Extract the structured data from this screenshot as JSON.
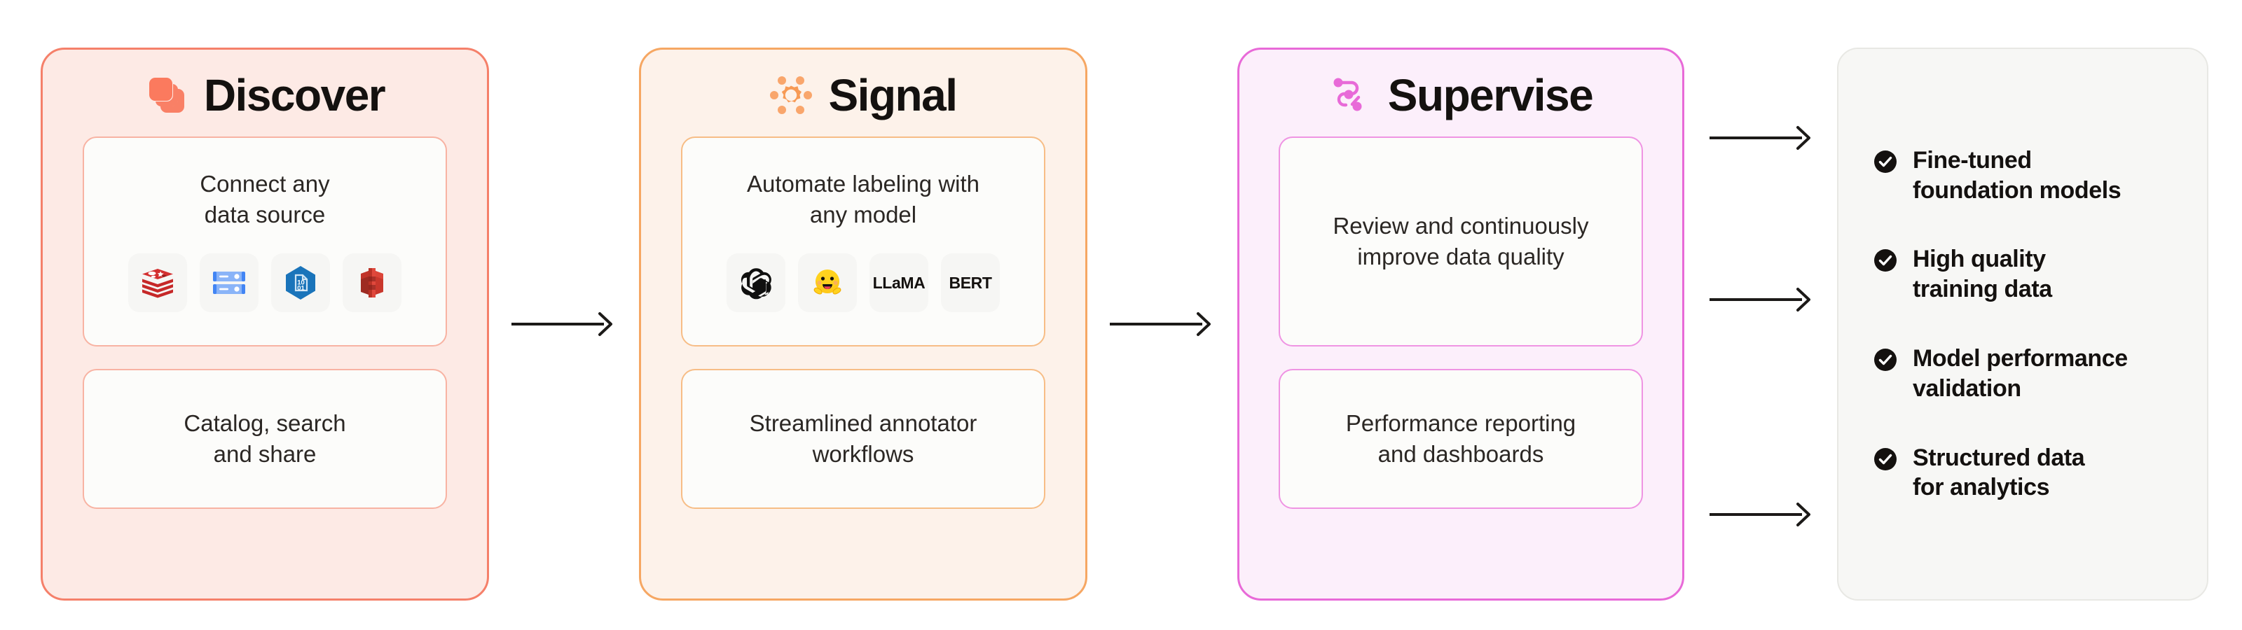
{
  "stages": [
    {
      "id": "discover",
      "title": "Discover",
      "icon": "stacked-squares-icon",
      "accent": "#f5806a",
      "background": "#fdeae5",
      "cards": [
        {
          "text_lines": [
            "Connect any",
            "data source"
          ],
          "has_logos": true
        },
        {
          "text_lines": [
            "Catalog, search",
            "and share"
          ],
          "has_logos": false
        }
      ],
      "logos": [
        {
          "name": "redis-icon",
          "label": ""
        },
        {
          "name": "cloud-sql-database-icon",
          "label": ""
        },
        {
          "name": "azure-blob-storage-icon",
          "label": ""
        },
        {
          "name": "aws-redshift-icon",
          "label": ""
        }
      ]
    },
    {
      "id": "signal",
      "title": "Signal",
      "icon": "gear-dots-icon",
      "accent": "#f6a763",
      "background": "#fdf2ea",
      "cards": [
        {
          "text_lines": [
            "Automate labeling with",
            "any model"
          ],
          "has_logos": true
        },
        {
          "text_lines": [
            "Streamlined annotator",
            "workflows"
          ],
          "has_logos": false
        }
      ],
      "logos": [
        {
          "name": "openai-icon",
          "label": ""
        },
        {
          "name": "hugging-face-icon",
          "label": ""
        },
        {
          "name": "llama-text-logo",
          "label": "LLaMA"
        },
        {
          "name": "bert-text-logo",
          "label": "BERT"
        }
      ]
    },
    {
      "id": "supervise",
      "title": "Supervise",
      "icon": "node-graph-icon",
      "accent": "#e86ad8",
      "background": "#fceffb",
      "cards": [
        {
          "text_lines": [
            "Review and continuously",
            "improve data quality"
          ],
          "has_logos": false
        },
        {
          "text_lines": [
            "Performance reporting",
            "and dashboards"
          ],
          "has_logos": false
        }
      ],
      "logos": []
    }
  ],
  "arrows": [
    {
      "name": "arrow-discover-to-signal"
    },
    {
      "name": "arrow-signal-to-supervise"
    },
    {
      "name": "arrow-supervise-to-outcome-1"
    },
    {
      "name": "arrow-supervise-to-outcome-2"
    },
    {
      "name": "arrow-supervise-to-outcome-3"
    }
  ],
  "outcomes": {
    "background": "#f7f7f5",
    "check_color": "#14110f",
    "items": [
      {
        "icon": "check-circle-icon",
        "lines": [
          "Fine-tuned",
          "foundation models"
        ]
      },
      {
        "icon": "check-circle-icon",
        "lines": [
          "High quality",
          "training data"
        ]
      },
      {
        "icon": "check-circle-icon",
        "lines": [
          "Model performance",
          "validation"
        ]
      },
      {
        "icon": "check-circle-icon",
        "lines": [
          "Structured data",
          "for analytics"
        ]
      }
    ]
  }
}
